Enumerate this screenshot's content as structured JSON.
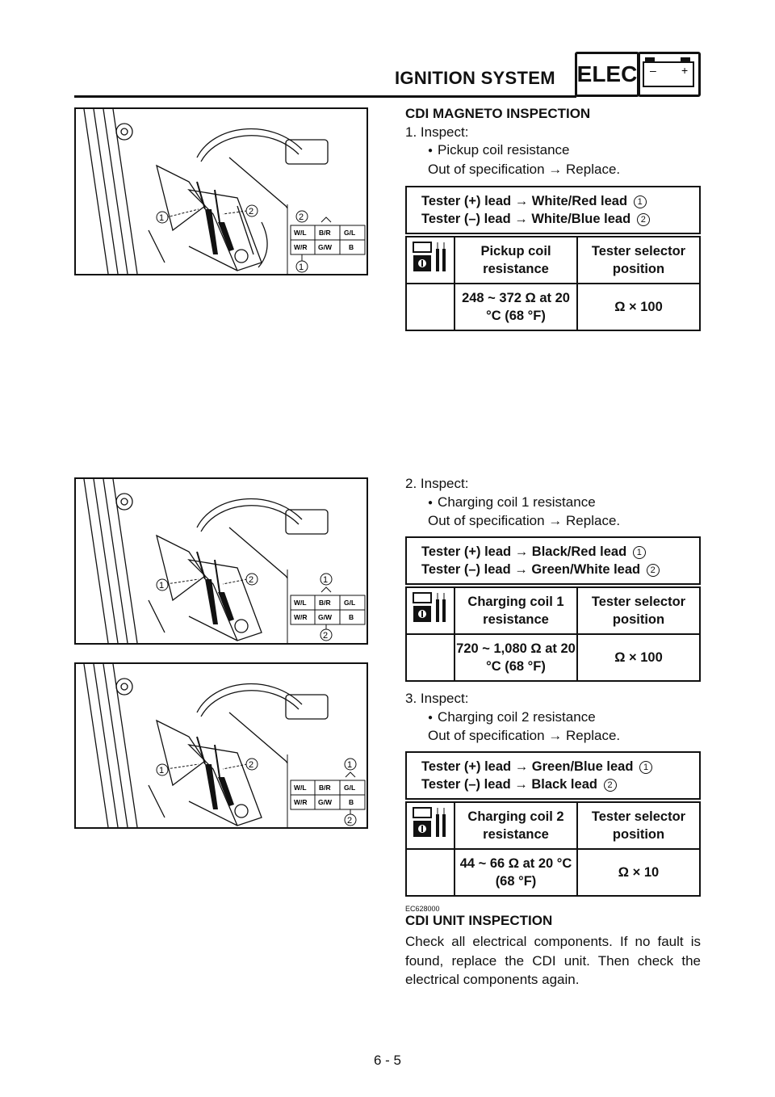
{
  "header": {
    "title": "IGNITION SYSTEM",
    "badge": "ELEC",
    "battery_minus": "–",
    "battery_plus": "+"
  },
  "section1": {
    "title": "CDI MAGNETO INSPECTION",
    "step1": "1.  Inspect:",
    "item1": "Pickup coil resistance",
    "out1": "Out of specification → Replace.",
    "lead_plus": "Tester (+) lead → White/Red lead",
    "lead_minus": "Tester (–) lead → White/Blue lead",
    "table1": {
      "h_res": "Pickup coil resistance",
      "h_pos": "Tester selector position",
      "value": "248 ~ 372 Ω at 20 °C (68 °F)",
      "position": "Ω × 100"
    },
    "step2": "2.  Inspect:",
    "item2": "Charging coil 1 resistance",
    "out2": "Out of specification → Replace.",
    "lead2_plus": "Tester (+) lead → Black/Red lead",
    "lead2_minus": "Tester (–) lead → Green/White lead",
    "table2": {
      "h_res": "Charging coil 1 resistance",
      "h_pos": "Tester selector position",
      "value": "720 ~ 1,080 Ω at 20 °C (68 °F)",
      "position": "Ω × 100"
    },
    "step3": "3.  Inspect:",
    "item3": "Charging coil 2 resistance",
    "out3": "Out of specification → Replace.",
    "lead3_plus": "Tester (+) lead → Green/Blue lead",
    "lead3_minus": "Tester (–) lead → Black lead",
    "table3": {
      "h_res": "Charging coil 2 resistance",
      "h_pos": "Tester selector position",
      "value": "44 ~ 66 Ω at 20 °C (68 °F)",
      "position": "Ω × 10"
    }
  },
  "callouts": {
    "one": "1",
    "two": "2"
  },
  "connector": {
    "r1": [
      "W/L",
      "B/R",
      "G/L"
    ],
    "r2": [
      "W/R",
      "G/W",
      "B"
    ]
  },
  "section2": {
    "code": "EC628000",
    "title": "CDI UNIT INSPECTION",
    "text": "Check all electrical components. If no fault is found, replace the CDI unit. Then check the electrical components again."
  },
  "footer": {
    "page": "6 - 5"
  }
}
